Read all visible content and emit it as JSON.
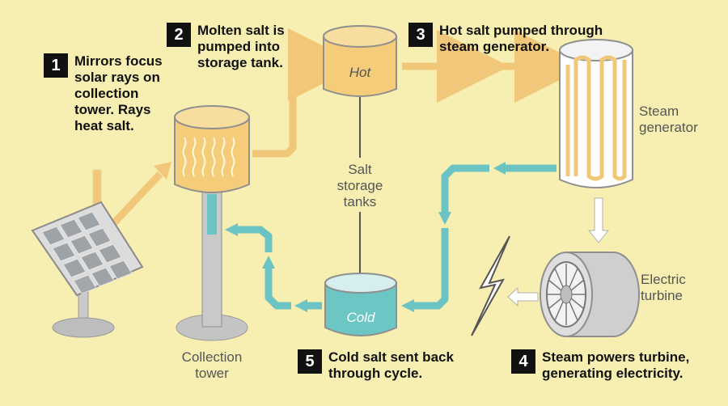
{
  "steps": [
    {
      "num": "1",
      "text": "Mirrors focus solar rays on collection tower. Rays heat salt."
    },
    {
      "num": "2",
      "text": "Molten salt is pumped into storage tank."
    },
    {
      "num": "3",
      "text": "Hot salt pumped through steam generator."
    },
    {
      "num": "4",
      "text": "Steam powers turbine, generating electricity."
    },
    {
      "num": "5",
      "text": "Cold salt sent back through cycle."
    }
  ],
  "labels": {
    "hot": "Hot",
    "cold": "Cold",
    "storage": "Salt storage tanks",
    "steam_generator": "Steam generator",
    "turbine": "Electric turbine",
    "tower": "Collection tower"
  },
  "colors": {
    "background": "#f6efb1",
    "hot_salt": "#f4cc7a",
    "cold_salt": "#6cc6c3",
    "pipe_hot": "#f1c77a",
    "pipe_cold": "#6cc3c3",
    "metal": "#bdbdbd"
  },
  "icons": [
    "solar-panel-icon",
    "lightning-bolt-icon",
    "turbine-icon"
  ]
}
